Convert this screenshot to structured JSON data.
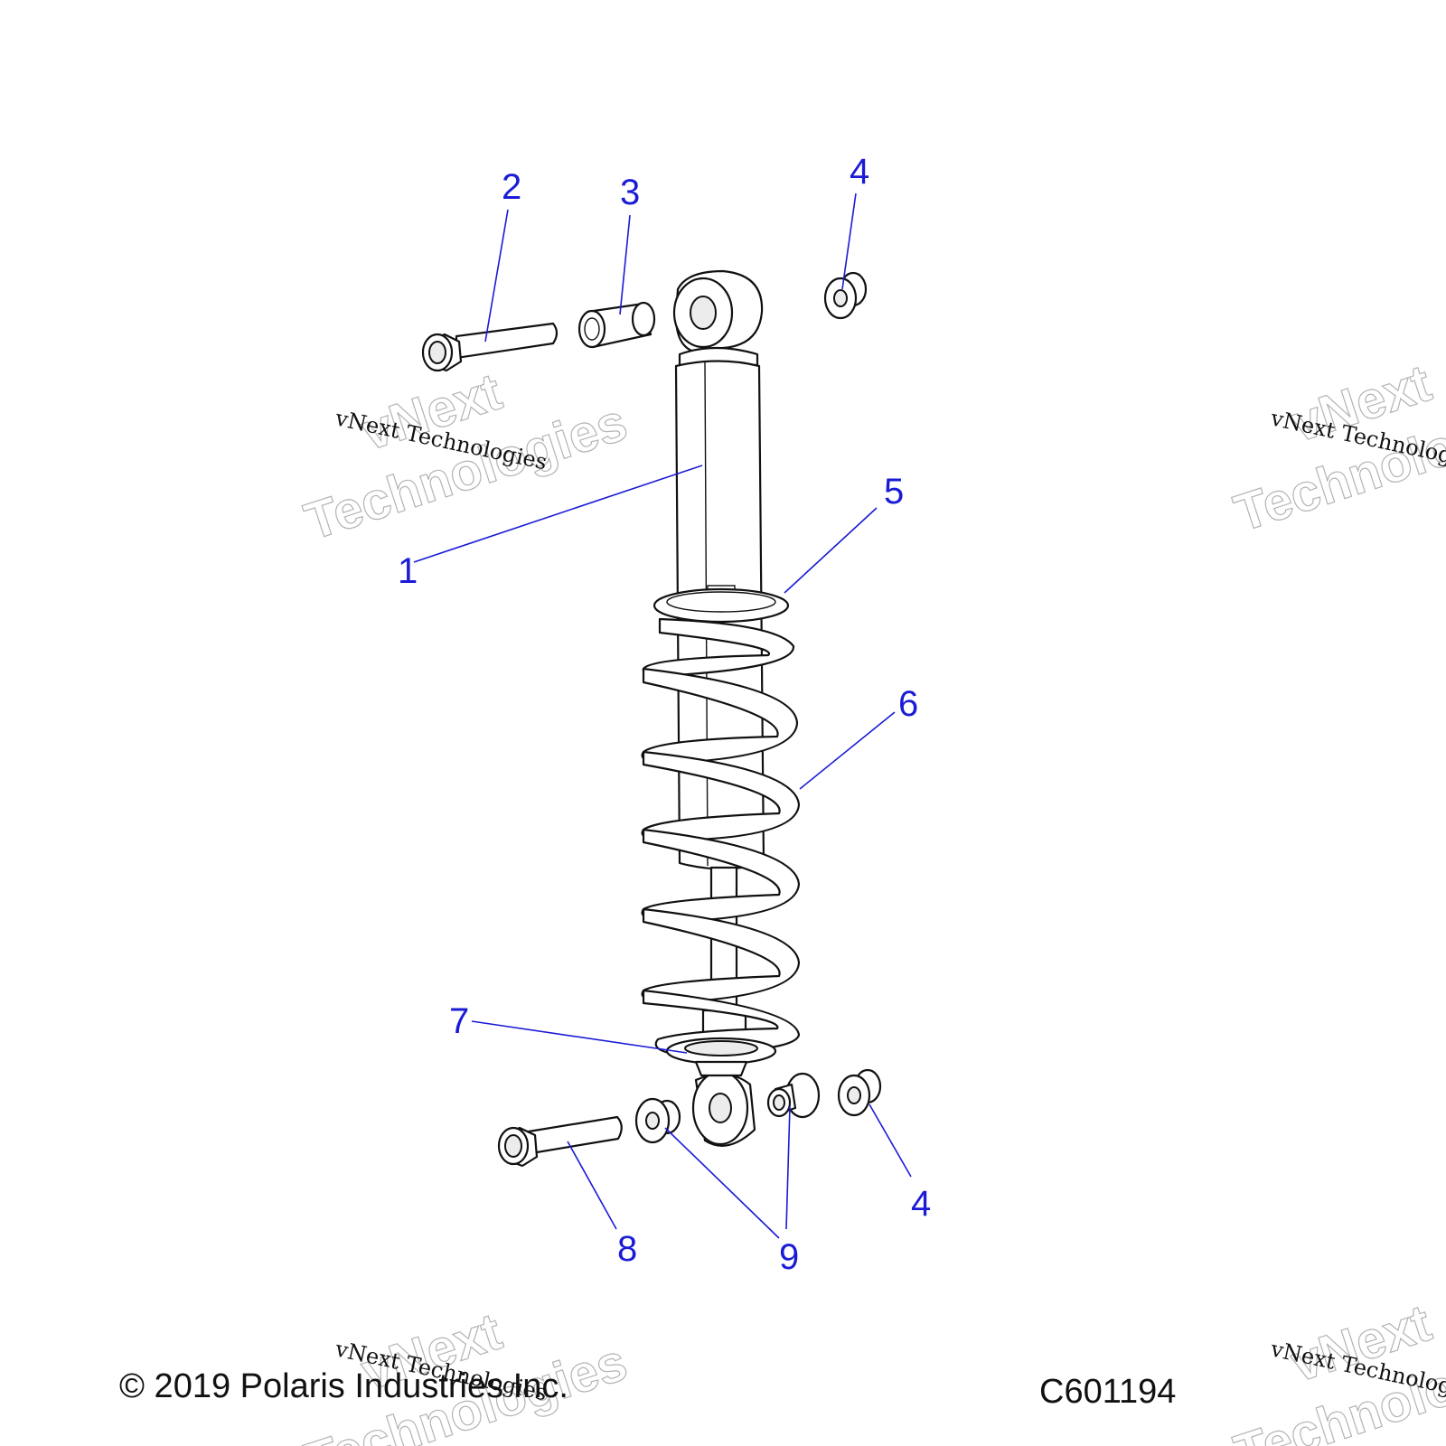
{
  "callouts": [
    {
      "label": "1"
    },
    {
      "label": "2"
    },
    {
      "label": "3"
    },
    {
      "label": "4"
    },
    {
      "label": "4"
    },
    {
      "label": "5"
    },
    {
      "label": "6"
    },
    {
      "label": "7"
    },
    {
      "label": "8"
    },
    {
      "label": "9"
    }
  ],
  "footer": {
    "copyright": "© 2019 Polaris Industries Inc.",
    "diagram_id": "C601194"
  },
  "watermark": {
    "small": "vNext Technologies",
    "big_line1": "vNext",
    "big_line2": "Technologies"
  },
  "colors": {
    "callout": "#1b1bd6",
    "linework": "#111111"
  }
}
